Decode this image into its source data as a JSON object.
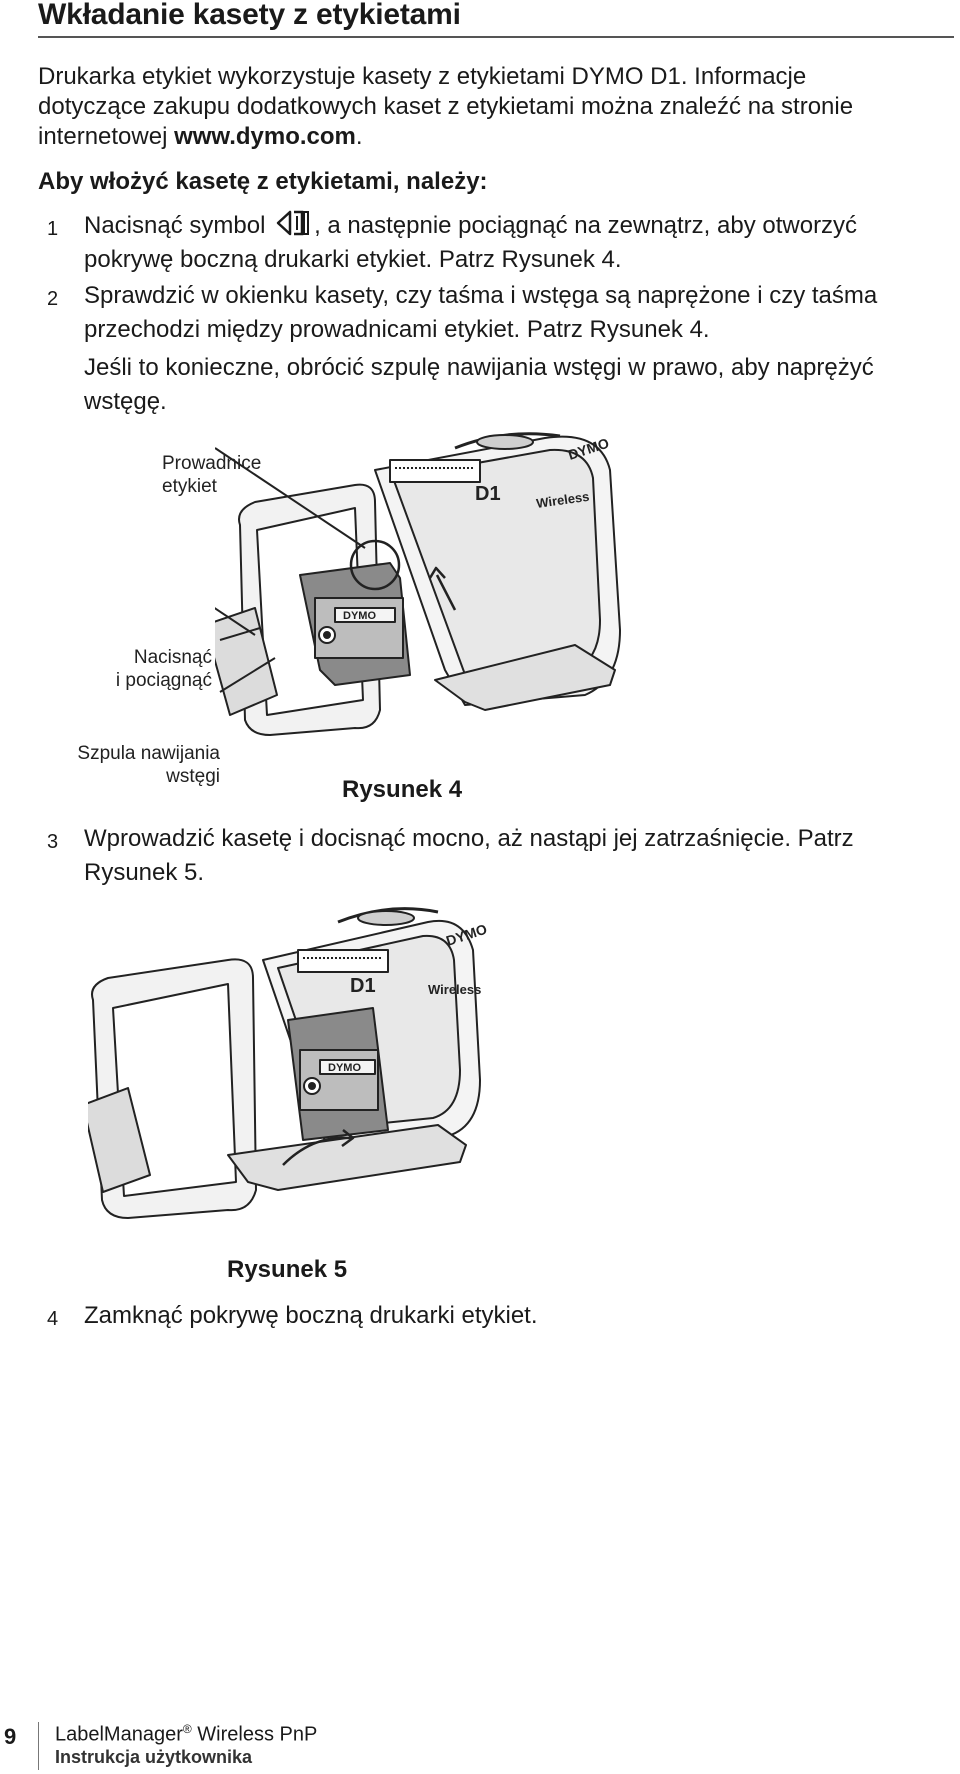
{
  "heading": "Wkładanie kasety z etykietami",
  "intro": {
    "text": "Drukarka etykiet wykorzystuje kasety z etykietami DYMO D1. Informacje dotyczące zakupu dodatkowych kaset z etykietami można znaleźć na stronie internetowej",
    "url": "www.dymo.com",
    "end": "."
  },
  "subheading": "Aby włożyć kasetę z etykietami, należy:",
  "steps": [
    {
      "num": "1",
      "before": "Nacisnąć symbol",
      "after": ", a następnie pociągnąć na zewnątrz, aby otworzyć pokrywę boczną drukarki etykiet. Patrz Rysunek 4."
    },
    {
      "num": "2",
      "text": "Sprawdzić w okienku kasety, czy taśma i wstęga są naprężone i czy taśma przechodzi między prowadnicami etykiet. Patrz Rysunek 4."
    },
    {
      "num": "",
      "text": "Jeśli to konieczne, obrócić szpulę nawijania wstęgi w prawo, aby naprężyć wstęgę."
    },
    {
      "num": "3",
      "text": "Wprowadzić kasetę i docisnąć mocno, aż nastąpi jej zatrzaśnięcie. Patrz Rysunek 5."
    },
    {
      "num": "4",
      "text": "Zamknąć pokrywę boczną drukarki etykiet."
    }
  ],
  "figure4": {
    "caption": "Rysunek 4",
    "callouts": {
      "guides": [
        "Prowadnice",
        "etykiet"
      ],
      "push": [
        "Nacisnąć",
        "i pociągnąć"
      ],
      "spool": [
        "Szpula nawijania",
        "wstęgi"
      ]
    },
    "device_text": {
      "brand": "DYMO",
      "cassette": "D1",
      "cassette_brand": "DYMO",
      "wireless": "Wireless"
    }
  },
  "figure5": {
    "caption": "Rysunek 5",
    "device_text": {
      "brand": "DYMO",
      "cassette": "D1",
      "cassette_brand": "DYMO",
      "wireless": "Wireless"
    }
  },
  "footer": {
    "page": "9",
    "product": "LabelManager",
    "reg": "®",
    "product_rest": " Wireless PnP",
    "doc": "Instrukcja użytkownika"
  }
}
